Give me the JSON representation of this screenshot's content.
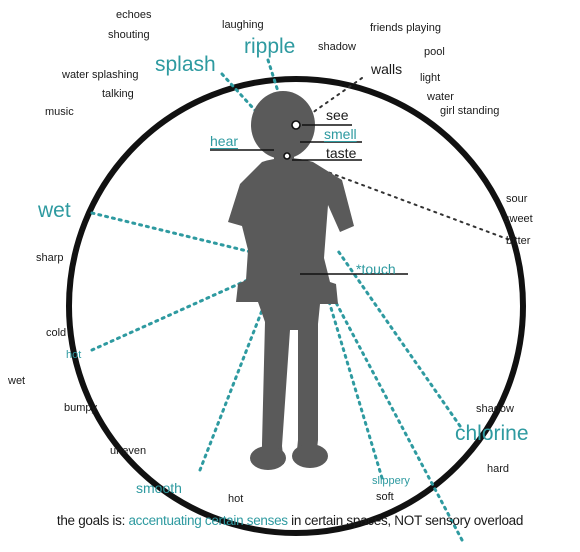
{
  "colors": {
    "accent": "#2e9aa0",
    "figure": "#5a5a5a",
    "ink": "#111111"
  },
  "words": {
    "echoes": "echoes",
    "shouting": "shouting",
    "laughing": "laughing",
    "ripple": "ripple",
    "shadow_top": "shadow",
    "friends_playing": "friends playing",
    "pool": "pool",
    "splash": "splash",
    "water_splashing": "water splashing",
    "talking": "talking",
    "walls": "walls",
    "light": "light",
    "water": "water",
    "girl_standing": "girl standing",
    "music": "music",
    "see": "see",
    "hear": "hear",
    "smell": "smell",
    "taste": "taste",
    "sour": "sour",
    "sweet": "sweet",
    "bitter": "bitter",
    "wet_big": "wet",
    "sharp": "sharp",
    "touch": "touch",
    "cold": "cold",
    "hot_teal": "hot",
    "wet_small": "wet",
    "bumpy": "bumpy",
    "shadow_right": "shadow",
    "chlorine": "chlorine",
    "uneven": "uneven",
    "hard": "hard",
    "smooth": "smooth",
    "slippery": "slippery",
    "soft": "soft",
    "hot_bottom": "hot"
  },
  "caption": {
    "prefix": "the goals is: ",
    "highlight": "accentuating certain senses",
    "suffix": " in certain spaces, NOT sensory overload"
  }
}
